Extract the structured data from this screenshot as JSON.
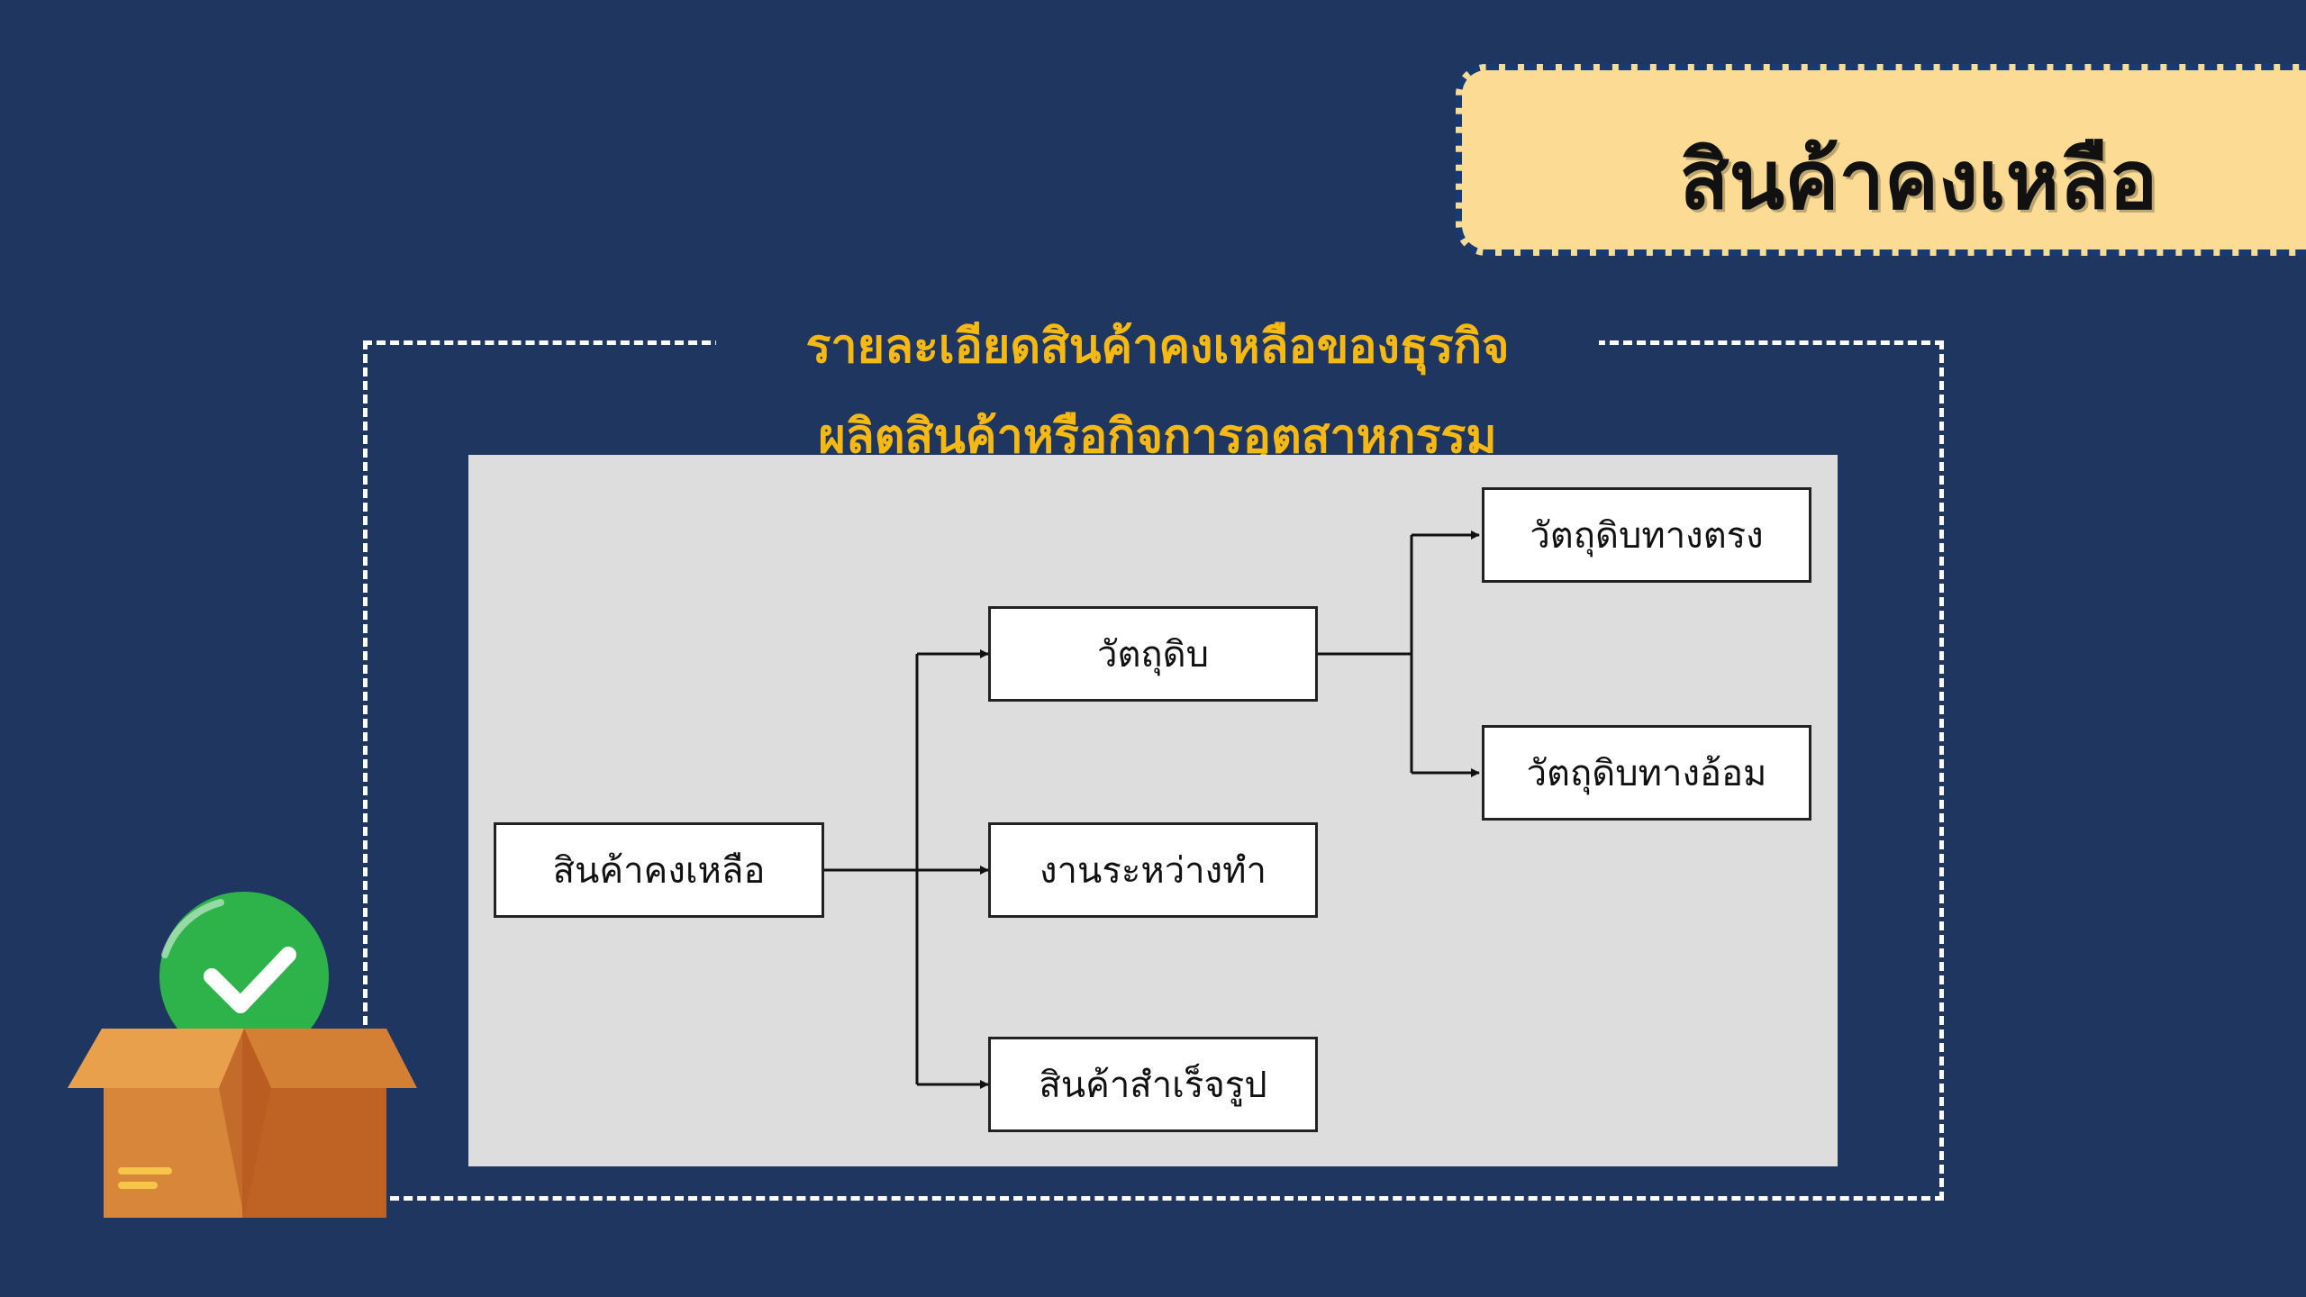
{
  "slide": {
    "title": "สินค้าคงเหลือ",
    "subtitle_line1": "รายละเอียดสินค้าคงเหลือของธุรกิจ",
    "subtitle_line2": "ผลิตสินค้าหรือกิจการอุตสาหกรรม"
  },
  "diagram": {
    "root": "สินค้าคงเหลือ",
    "raw_materials": "วัตถุดิบ",
    "work_in_process": "งานระหว่างทำ",
    "finished_goods": "สินค้าสำเร็จรูป",
    "direct_materials": "วัตถุดิบทางตรง",
    "indirect_materials": "วัตถุดิบทางอ้อม"
  },
  "colors": {
    "background": "#1f3661",
    "banner": "#fcdc94",
    "subtitle": "#f6b913",
    "panel": "#dddddd"
  },
  "icons": {
    "mascot": "box-with-check-icon"
  }
}
